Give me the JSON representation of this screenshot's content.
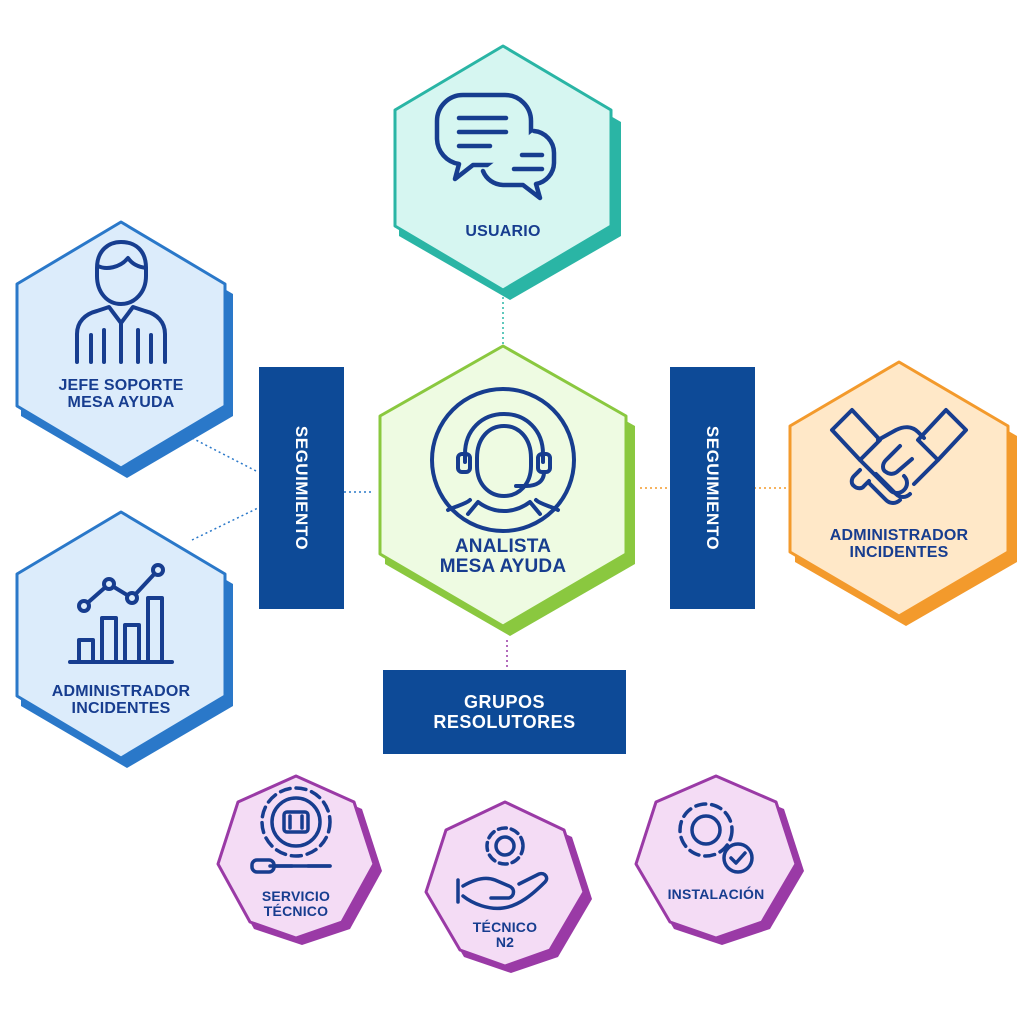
{
  "colors": {
    "navy": "#0d4a97",
    "text_blue": "#173d8f",
    "teal_border": "#2ab5a5",
    "teal_fill": "#d6f6f1",
    "blue_border": "#2a78c9",
    "blue_fill": "#dcecfb",
    "green_border": "#8ac83f",
    "green_fill": "#eefbe2",
    "orange_border": "#f39a2c",
    "orange_fill": "#ffe8c8",
    "purple_border": "#9a3aa6",
    "purple_fill": "#f4dcf5"
  },
  "nodes": {
    "usuario": {
      "line1": "USUARIO",
      "icon": "chat-bubbles-icon"
    },
    "jefe": {
      "line1": "JEFE SOPORTE",
      "line2": "MESA AYUDA",
      "icon": "person-icon"
    },
    "admin_left": {
      "line1": "ADMINISTRADOR",
      "line2": "INCIDENTES",
      "icon": "bar-chart-icon"
    },
    "analista": {
      "line1": "ANALISTA",
      "line2": "MESA AYUDA",
      "icon": "headset-agent-icon"
    },
    "admin_right": {
      "line1": "ADMINISTRADOR",
      "line2": "INCIDENTES",
      "icon": "handshake-icon"
    },
    "servicio": {
      "line1": "SERVICIO",
      "line2": "TÉCNICO",
      "icon": "gear-tools-icon"
    },
    "tecnico": {
      "line1": "TÉCNICO",
      "line2": "N2",
      "icon": "gear-hand-icon"
    },
    "instalacion": {
      "line1": "INSTALACIÓN",
      "icon": "gear-check-icon"
    }
  },
  "bars": {
    "seguimiento_left": "SEGUIMIENTO",
    "seguimiento_right": "SEGUIMIENTO",
    "grupos_line1": "GRUPOS",
    "grupos_line2": "RESOLUTORES"
  }
}
